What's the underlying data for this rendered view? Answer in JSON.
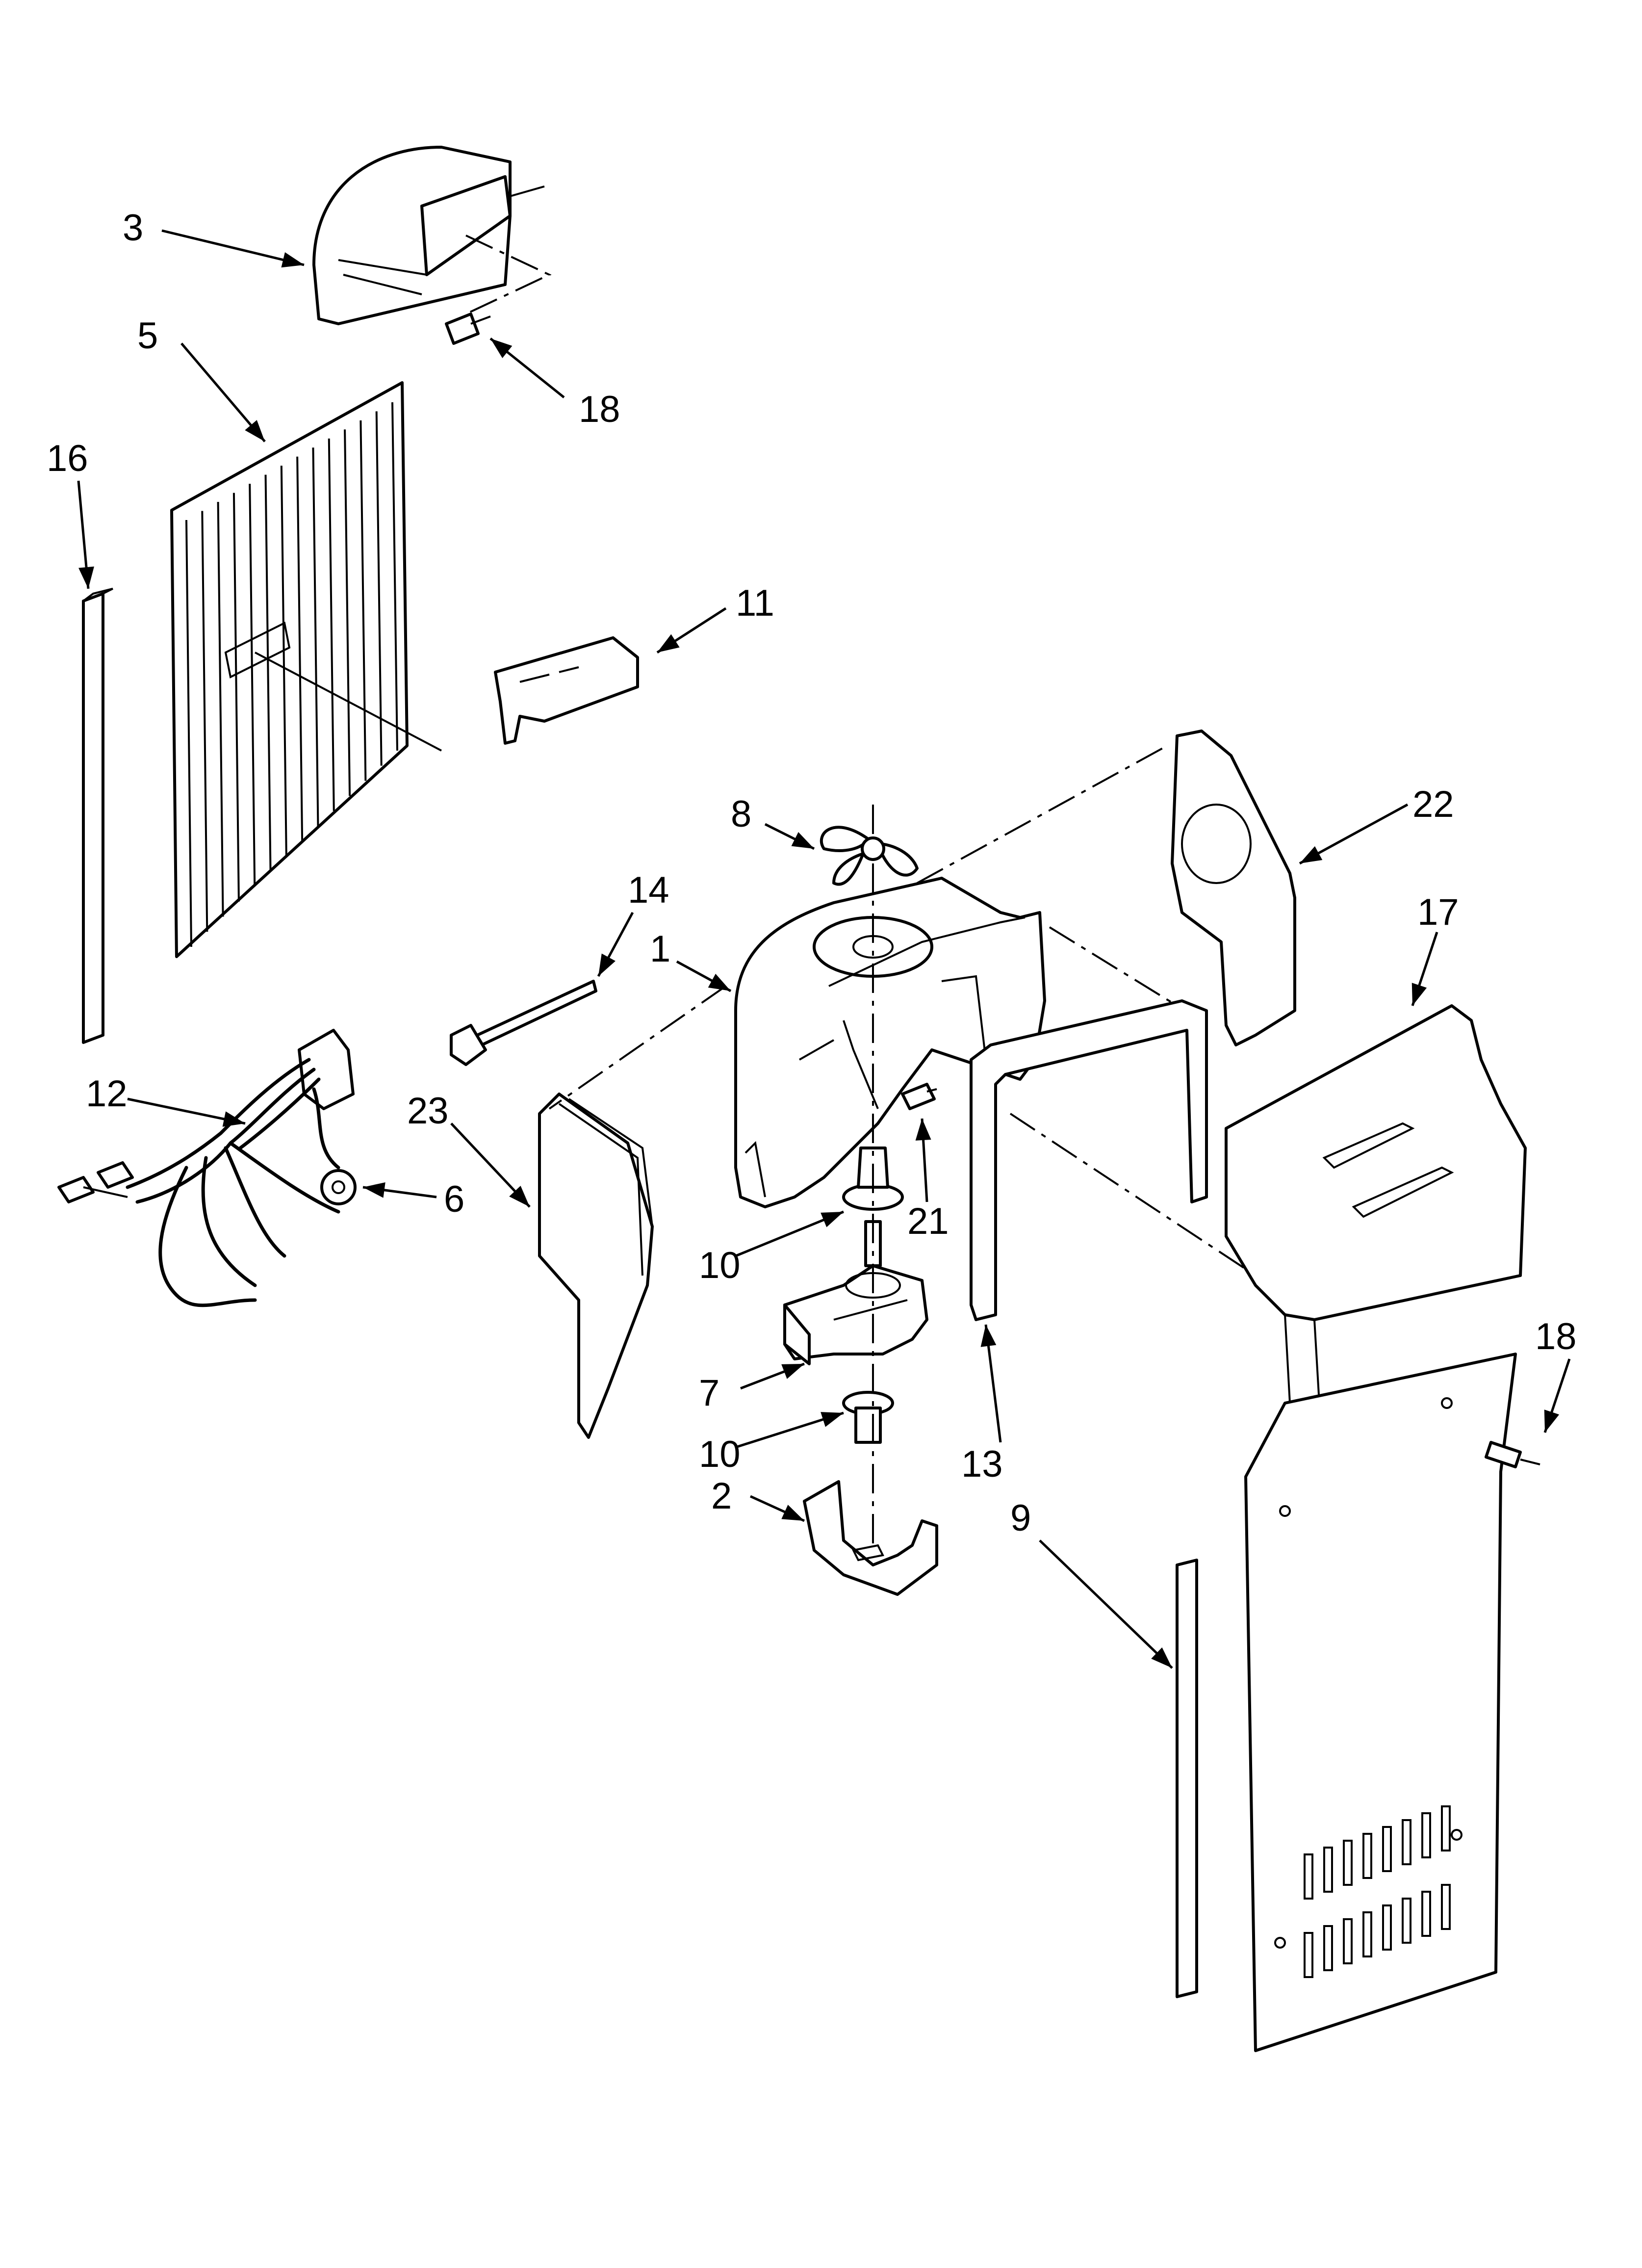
{
  "colors": {
    "line": "#000000",
    "background": "#ffffff"
  },
  "callouts": [
    {
      "id": "c3",
      "label": "3"
    },
    {
      "id": "c18a",
      "label": "18"
    },
    {
      "id": "c5",
      "label": "5"
    },
    {
      "id": "c16",
      "label": "16"
    },
    {
      "id": "c11",
      "label": "11"
    },
    {
      "id": "c8",
      "label": "8"
    },
    {
      "id": "c22",
      "label": "22"
    },
    {
      "id": "c14",
      "label": "14"
    },
    {
      "id": "c1",
      "label": "1"
    },
    {
      "id": "c17",
      "label": "17"
    },
    {
      "id": "c12",
      "label": "12"
    },
    {
      "id": "c23",
      "label": "23"
    },
    {
      "id": "c6",
      "label": "6"
    },
    {
      "id": "c21",
      "label": "21"
    },
    {
      "id": "c10a",
      "label": "10"
    },
    {
      "id": "c18b",
      "label": "18"
    },
    {
      "id": "c7",
      "label": "7"
    },
    {
      "id": "c10b",
      "label": "10"
    },
    {
      "id": "c13",
      "label": "13"
    },
    {
      "id": "c2",
      "label": "2"
    },
    {
      "id": "c9",
      "label": "9"
    }
  ]
}
